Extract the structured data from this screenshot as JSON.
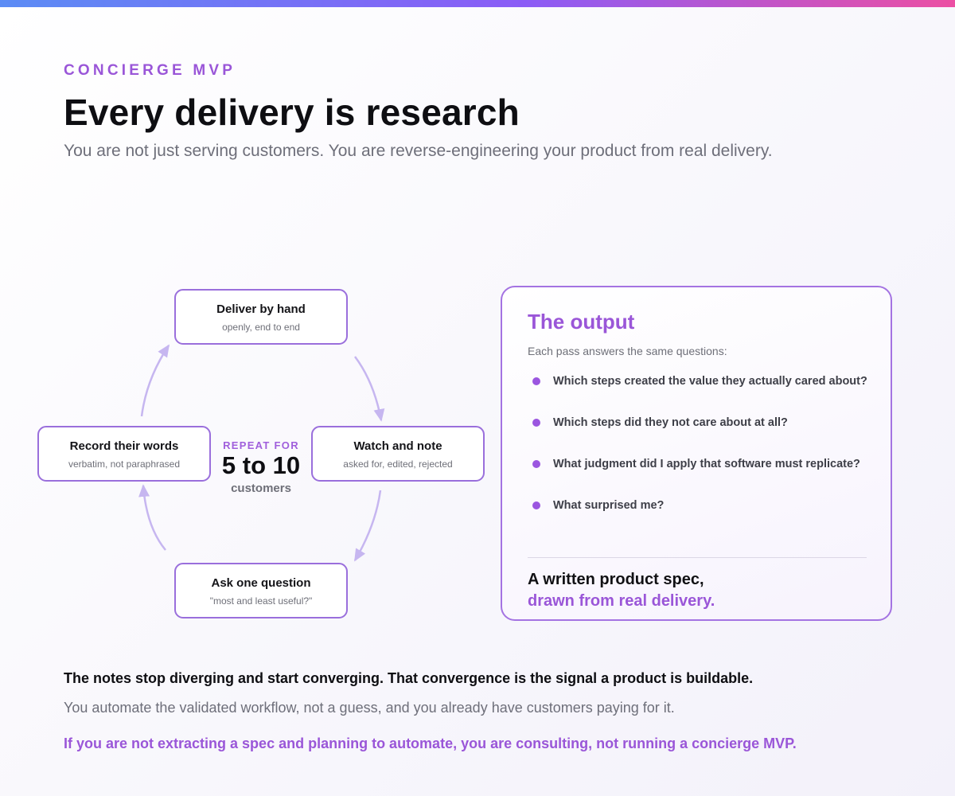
{
  "header": {
    "eyebrow": "CONCIERGE MVP",
    "title": "Every delivery is research",
    "subtitle": "You are not just serving customers. You are reverse-engineering your product from real delivery."
  },
  "cycle": {
    "steps": [
      {
        "title": "Deliver by hand",
        "subtitle": "openly, end to end"
      },
      {
        "title": "Watch and note",
        "subtitle": "asked for, edited, rejected"
      },
      {
        "title": "Ask one question",
        "subtitle": "\"most and least useful?\""
      },
      {
        "title": "Record their words",
        "subtitle": "verbatim, not paraphrased"
      }
    ],
    "center": {
      "kicker": "REPEAT FOR",
      "number": "5 to 10",
      "unit": "customers"
    }
  },
  "output": {
    "title": "The output",
    "intro": "Each pass answers the same questions:",
    "questions": [
      "Which steps created the value they actually cared about?",
      "Which steps did they not care about at all?",
      "What judgment did I apply that software must replicate?",
      "What surprised me?"
    ],
    "footer_line1": "A written product spec,",
    "footer_line2": "drawn from real delivery."
  },
  "conclusion": {
    "line1": "The notes stop diverging and start converging. That convergence is the signal a product is buildable.",
    "line2": "You automate the validated workflow, not a guess, and you already have customers paying for it.",
    "line3": "If you are not extracting a spec and planning to automate, you are consulting, not running a concierge MVP."
  },
  "colors": {
    "accent": "#9a56d8",
    "border": "#9a6fdc",
    "arrow": "#c6b6f0",
    "text": "#0e0e12",
    "muted": "#6e6f7a"
  }
}
